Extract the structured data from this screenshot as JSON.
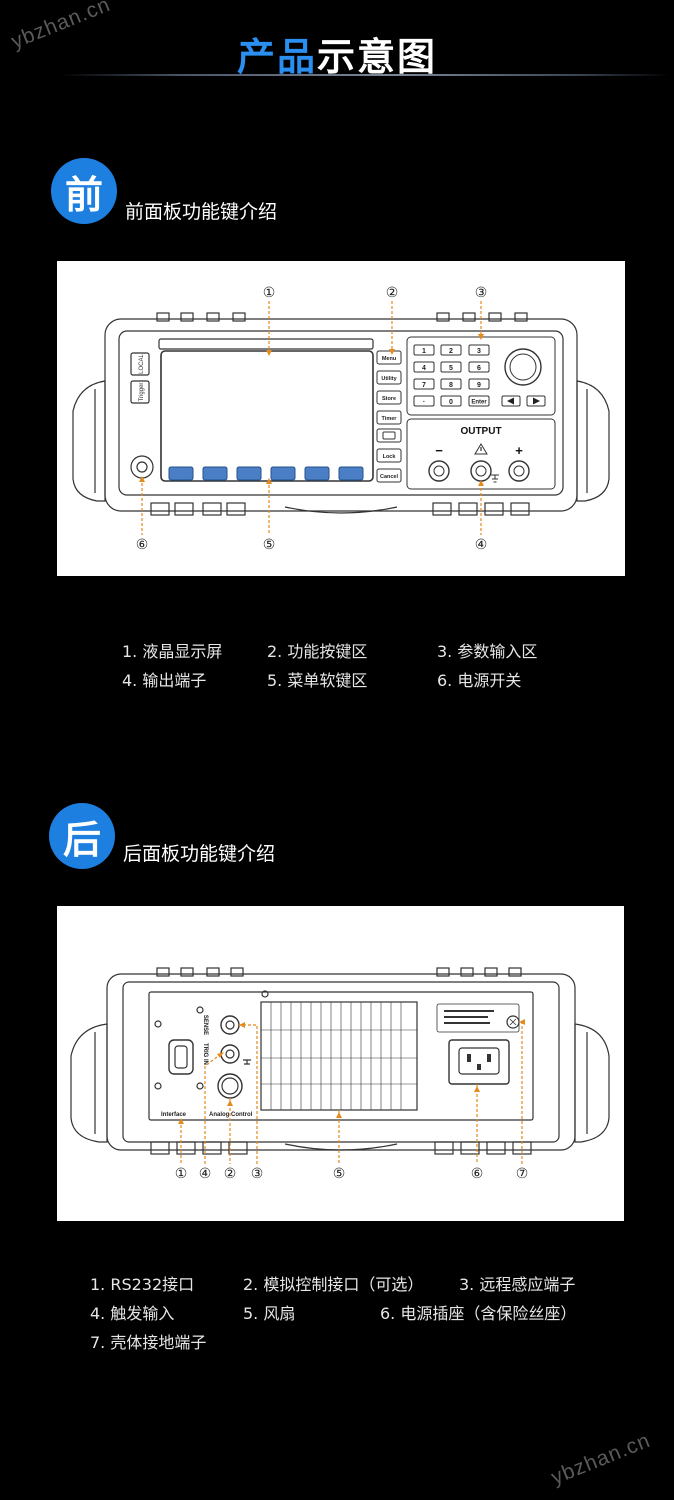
{
  "watermark": {
    "text": "ybzhan.cn"
  },
  "header": {
    "title_part1": "产品",
    "title_part2": "示意图"
  },
  "front": {
    "badge": "前",
    "heading": "前面板功能键介绍",
    "device": {
      "side_buttons": [
        "Menu",
        "Utility",
        "Store",
        "Timer",
        "Lock",
        "Cancel"
      ],
      "small_left_labels": [
        "LOCAL",
        "Trigger"
      ],
      "keypad": [
        "1",
        "2",
        "3",
        "4",
        "5",
        "6",
        "7",
        "8",
        "9",
        "·",
        "0",
        "Enter"
      ],
      "output_label": "OUTPUT",
      "minus": "−",
      "plus": "+",
      "callouts": [
        "①",
        "②",
        "③",
        "④",
        "⑤",
        "⑥"
      ]
    },
    "legend": [
      "1. 液晶显示屏",
      "2. 功能按键区",
      "3. 参数输入区",
      "4. 输出端子",
      "5. 菜单软键区",
      "6. 电源开关"
    ]
  },
  "rear": {
    "badge": "后",
    "heading": "后面板功能键介绍",
    "device": {
      "interface_label": "Interface",
      "analog_label": "Analog Control",
      "sense_label": "SENSE",
      "trig_label": "TRIG IN",
      "callouts": [
        "①",
        "④",
        "②",
        "③",
        "⑤",
        "⑥",
        "⑦"
      ]
    },
    "legend": [
      "1. RS232接口",
      "2. 模拟控制接口（可选）",
      "3. 远程感应端子",
      "4. 触发输入",
      "5. 风扇",
      "6. 电源插座（含保险丝座）",
      "7. 壳体接地端子"
    ]
  }
}
